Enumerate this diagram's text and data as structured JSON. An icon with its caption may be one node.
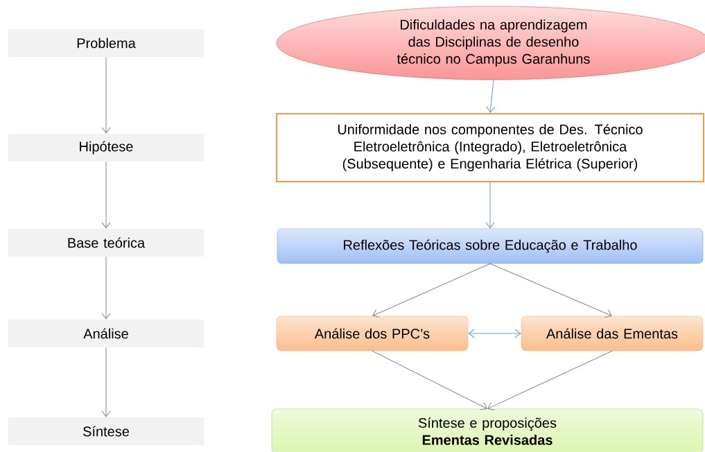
{
  "diagram": {
    "nodes": [
      {
        "text": [
          "Problema"
        ]
      },
      {
        "text": [
          "Hipótese"
        ]
      },
      {
        "text": [
          "Base teórica"
        ]
      },
      {
        "text": [
          "Análise"
        ]
      },
      {
        "text": [
          "Síntese"
        ]
      },
      {
        "text": [
          "Dificuldades na aprendizagem das Disciplinas de desenho técnico no Campus Garanhuns"
        ]
      },
      {
        "text": [
          "Uniformidade nos componentes de Des. Técnico Eletroeletrônica (Integrado), Eletroeletrônica (Subsequente) e Engenharia Elétrica (Superior)"
        ]
      },
      {
        "text": [
          "Reflexões Teóricas sobre Educação e Trabalho"
        ]
      },
      {
        "text": [
          "Análise dos PPC’s"
        ]
      },
      {
        "text": [
          "Análise das Ementas"
        ]
      },
      {
        "text": [
          "Síntese e proposições",
          "Ementas Revisadas"
        ]
      }
    ],
    "edges": [
      {
        "from": 0,
        "to": 1,
        "arrow": "to"
      },
      {
        "from": 1,
        "to": 2,
        "arrow": "to"
      },
      {
        "from": 2,
        "to": 3,
        "arrow": "to"
      },
      {
        "from": 3,
        "to": 4,
        "arrow": "to"
      },
      {
        "from": 5,
        "to": 6,
        "arrow": "to",
        "color": "#6f9bd6"
      },
      {
        "from": 6,
        "to": 7,
        "arrow": "to",
        "color": "#6f9bd6"
      },
      {
        "from": 7,
        "to": 8,
        "arrow": "to"
      },
      {
        "from": 7,
        "to": 9,
        "arrow": "to"
      },
      {
        "from": 8,
        "to": 9,
        "arrow": "both",
        "color": "#6f9bd6"
      },
      {
        "from": 8,
        "to": 10,
        "arrow": "to"
      },
      {
        "from": 9,
        "to": 10,
        "arrow": "to"
      }
    ]
  }
}
